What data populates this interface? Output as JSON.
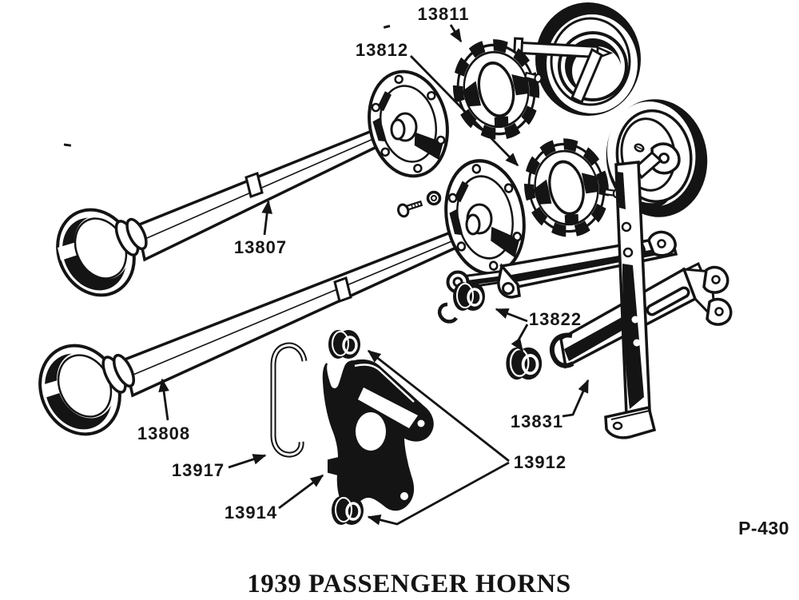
{
  "figure": {
    "caption": "1939 PASSENGER HORNS",
    "plate_code": "P-430",
    "ink_color": "#141414",
    "background_color": "#ffffff"
  },
  "part_labels": [
    {
      "number": "13811"
    },
    {
      "number": "13812"
    },
    {
      "number": "13807"
    },
    {
      "number": "13808"
    },
    {
      "number": "13822"
    },
    {
      "number": "13831"
    },
    {
      "number": "13912"
    },
    {
      "number": "13917"
    },
    {
      "number": "13914"
    }
  ]
}
